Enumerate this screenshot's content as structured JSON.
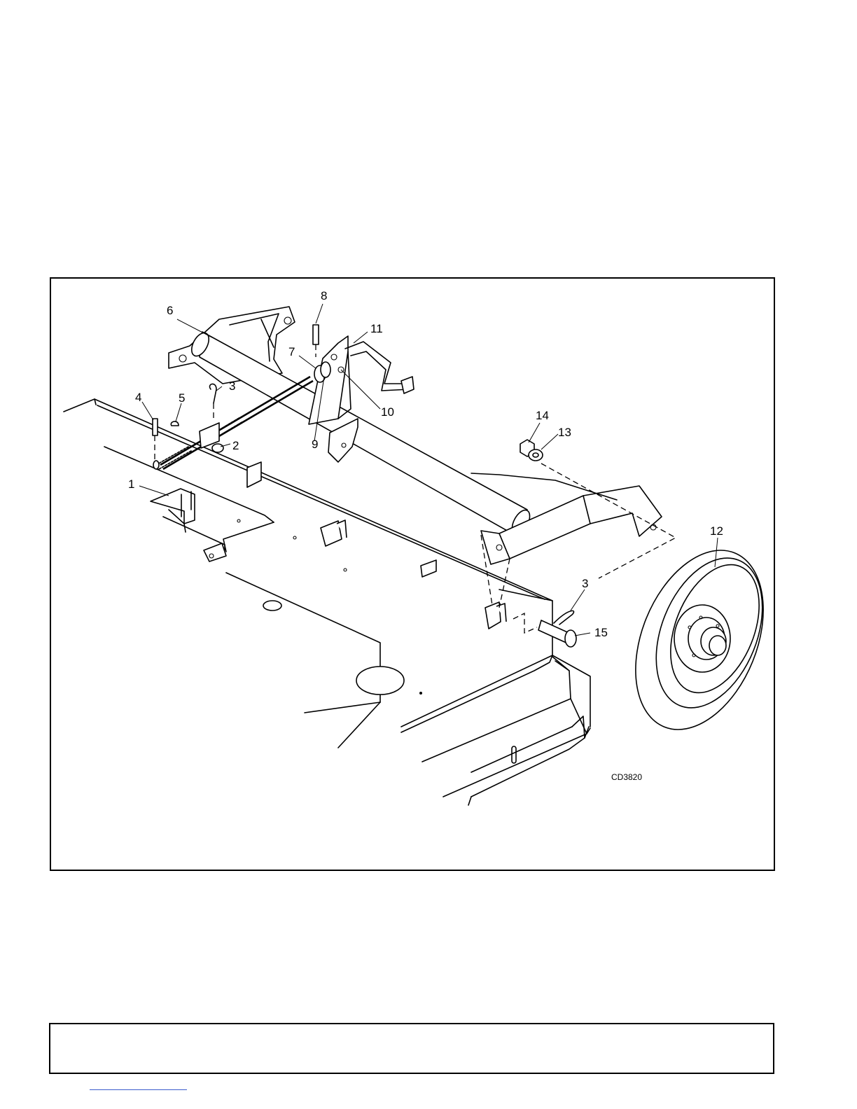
{
  "figure": {
    "code": "CD3820",
    "callouts": [
      {
        "id": "c1",
        "label": "1"
      },
      {
        "id": "c2",
        "label": "2"
      },
      {
        "id": "c3a",
        "label": "3"
      },
      {
        "id": "c3b",
        "label": "3"
      },
      {
        "id": "c4",
        "label": "4"
      },
      {
        "id": "c5",
        "label": "5"
      },
      {
        "id": "c6",
        "label": "6"
      },
      {
        "id": "c7",
        "label": "7"
      },
      {
        "id": "c8",
        "label": "8"
      },
      {
        "id": "c9",
        "label": "9"
      },
      {
        "id": "c10",
        "label": "10"
      },
      {
        "id": "c11",
        "label": "11"
      },
      {
        "id": "c12",
        "label": "12"
      },
      {
        "id": "c13",
        "label": "13"
      },
      {
        "id": "c14",
        "label": "14"
      },
      {
        "id": "c15",
        "label": "15"
      }
    ]
  }
}
